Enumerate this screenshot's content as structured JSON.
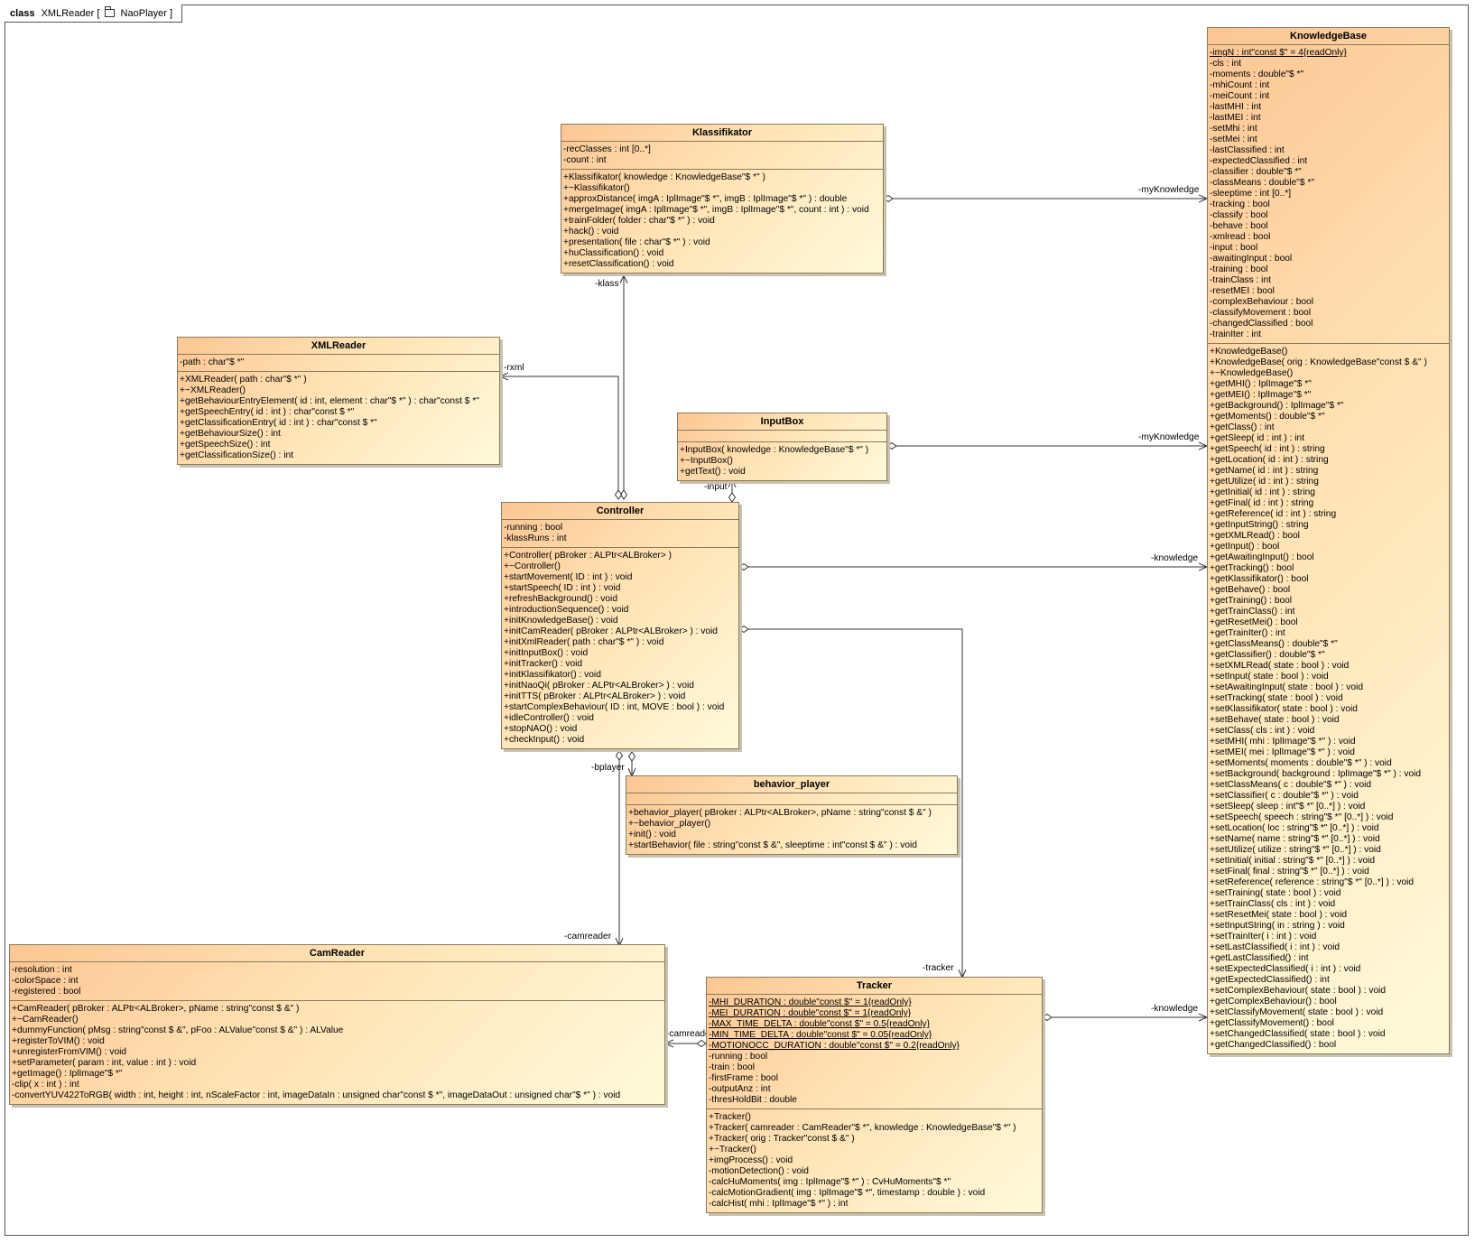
{
  "frame": {
    "keyword": "class",
    "name": "XMLReader",
    "package": "NaoPlayer"
  },
  "classes": {
    "klassifikator": {
      "name": "Klassifikator",
      "attributes": [
        "-recClasses : int [0..*]",
        "-count : int"
      ],
      "operations": [
        "+Klassifikator( knowledge : KnowledgeBase\"$ *\" )",
        "+~Klassifikator()",
        "+approxDistance( imgA : IplImage\"$ *\", imgB : IplImage\"$ *\" ) : double",
        "+mergeImage( imgA : IplImage\"$ *\", imgB : IplImage\"$ *\", count : int ) : void",
        "+trainFolder( folder : char\"$ *\" ) : void",
        "+hack() : void",
        "+presentation( file : char\"$ *\" ) : void",
        "+huClassification() : void",
        "+resetClassification() : void"
      ]
    },
    "xmlreader": {
      "name": "XMLReader",
      "attributes": [
        "-path : char\"$ *\""
      ],
      "operations": [
        "+XMLReader( path : char\"$ *\" )",
        "+~XMLReader()",
        "+getBehaviourEntryElement( id : int, element : char\"$ *\" ) : char\"const $ *\"",
        "+getSpeechEntry( id : int ) : char\"const $ *\"",
        "+getClassificationEntry( id : int ) : char\"const $ *\"",
        "+getBehaviourSize() : int",
        "+getSpeechSize() : int",
        "+getClassificationSize() : int"
      ]
    },
    "inputbox": {
      "name": "InputBox",
      "attributes": [],
      "operations": [
        "+InputBox( knowledge : KnowledgeBase\"$ *\" )",
        "+~InputBox()",
        "+getText() : void"
      ]
    },
    "controller": {
      "name": "Controller",
      "attributes": [
        "-running : bool",
        "-klassRuns : int"
      ],
      "operations": [
        "+Controller( pBroker : ALPtr<ALBroker> )",
        "+~Controller()",
        "+startMovement( ID : int ) : void",
        "+startSpeech( ID : int ) : void",
        "+refreshBackground() : void",
        "+introductionSequence() : void",
        "+initKnowledgeBase() : void",
        "+initCamReader( pBroker : ALPtr<ALBroker> ) : void",
        "+initXmlReader( path : char\"$ *\" ) : void",
        "+initInputBox() : void",
        "+initTracker() : void",
        "+initKlassifikator() : void",
        "+initNaoQi( pBroker : ALPtr<ALBroker> ) : void",
        "+initTTS( pBroker : ALPtr<ALBroker> ) : void",
        "+startComplexBehaviour( ID : int, MOVE : bool ) : void",
        "+idleController() : void",
        "+stopNAO() : void",
        "+checkInput() : void"
      ]
    },
    "behavior_player": {
      "name": "behavior_player",
      "attributes": [],
      "operations": [
        "+behavior_player( pBroker : ALPtr<ALBroker>, pName : string\"const $ &\" )",
        "+~behavior_player()",
        "+init() : void",
        "+startBehavior( file : string\"const $ &\", sleeptime : int\"const $ &\" ) : void"
      ]
    },
    "camreader": {
      "name": "CamReader",
      "attributes": [
        "-resolution : int",
        "-colorSpace : int",
        "-registered : bool"
      ],
      "operations": [
        "+CamReader( pBroker : ALPtr<ALBroker>, pName : string\"const $ &\" )",
        "+~CamReader()",
        "+dummyFunction( pMsg : string\"const $ &\", pFoo : ALValue\"const $ &\" ) : ALValue",
        "+registerToVIM() : void",
        "+unregisterFromVIM() : void",
        "+setParameter( param : int, value : int ) : void",
        "+getImage() : IplImage\"$ *\"",
        "-clip( x : int ) : int",
        "-convertYUV422ToRGB( width : int, height : int, nScaleFactor : int, imageDataIn : unsigned char\"const $ *\", imageDataOut : unsigned char\"$ *\" ) : void"
      ]
    },
    "tracker": {
      "name": "Tracker",
      "static_attributes": [
        "-MHI_DURATION : double\"const $\" = 1{readOnly}",
        "-MEI_DURATION : double\"const $\" = 1{readOnly}",
        "-MAX_TIME_DELTA : double\"const $\" = 0.5{readOnly}",
        "-MIN_TIME_DELTA : double\"const $\" = 0.05{readOnly}",
        "-MOTIONOCC_DURATION : double\"const $\" = 0.2{readOnly}"
      ],
      "attributes": [
        "-running : bool",
        "-train : bool",
        "-firstFrame : bool",
        "-outputAnz : int",
        "-thresHoldBit : double"
      ],
      "operations": [
        "+Tracker()",
        "+Tracker( camreader : CamReader\"$ *\", knowledge : KnowledgeBase\"$ *\" )",
        "+Tracker( orig : Tracker\"const $ &\" )",
        "+~Tracker()",
        "+imgProcess() : void",
        "-motionDetection() : void",
        "-calcHuMoments( img : IplImage\"$ *\" ) : CvHuMoments\"$ *\"",
        "-calcMotionGradient( img : IplImage\"$ *\", timestamp : double ) : void",
        "-calcHist( mhi : IplImage\"$ *\" ) : int"
      ]
    },
    "knowledgebase": {
      "name": "KnowledgeBase",
      "static_attributes": [
        "-imgN : int\"const $\" = 4{readOnly}"
      ],
      "attributes": [
        "-cls : int",
        "-moments : double\"$ *\"",
        "-mhiCount : int",
        "-meiCount : int",
        "-lastMHI : int",
        "-lastMEI : int",
        "-setMhi : int",
        "-setMei : int",
        "-lastClassified : int",
        "-expectedClassified : int",
        "-classifier : double\"$ *\"",
        "-classMeans : double\"$ *\"",
        "-sleeptime : int [0..*]",
        "-tracking : bool",
        "-classify : bool",
        "-behave : bool",
        "-xmlread : bool",
        "-input : bool",
        "-awaitingInput : bool",
        "-training : bool",
        "-trainClass : int",
        "-resetMEI : bool",
        "-complexBehaviour : bool",
        "-classifyMovement : bool",
        "-changedClassified : bool",
        "-trainIter : int"
      ],
      "operations": [
        "+KnowledgeBase()",
        "+KnowledgeBase( orig : KnowledgeBase\"const $ &\" )",
        "+~KnowledgeBase()",
        "+getMHI() : IplImage\"$ *\"",
        "+getMEI() : IplImage\"$ *\"",
        "+getBackground() : IplImage\"$ *\"",
        "+getMoments() : double\"$ *\"",
        "+getClass() : int",
        "+getSleep( id : int ) : int",
        "+getSpeech( id : int ) : string",
        "+getLocation( id : int ) : string",
        "+getName( id : int ) : string",
        "+getUtilize( id : int ) : string",
        "+getInitial( id : int ) : string",
        "+getFinal( id : int ) : string",
        "+getReference( id : int ) : string",
        "+getInputString() : string",
        "+getXMLRead() : bool",
        "+getInput() : bool",
        "+getAwaitingInput() : bool",
        "+getTracking() : bool",
        "+getKlassifikator() : bool",
        "+getBehave() : bool",
        "+getTraining() : bool",
        "+getTrainClass() : int",
        "+getResetMei() : bool",
        "+getTrainIter() : int",
        "+getClassMeans() : double\"$ *\"",
        "+getClassifier() : double\"$ *\"",
        "+setXMLRead( state : bool ) : void",
        "+setInput( state : bool ) : void",
        "+setAwaitingInput( state : bool ) : void",
        "+setTracking( state : bool ) : void",
        "+setKlassifikator( state : bool ) : void",
        "+setBehave( state : bool ) : void",
        "+setClass( cls : int ) : void",
        "+setMHI( mhi : IplImage\"$ *\" ) : void",
        "+setMEI( mei : IplImage\"$ *\" ) : void",
        "+setMoments( moments : double\"$ *\" ) : void",
        "+setBackground( background : IplImage\"$ *\" ) : void",
        "+setClassMeans( c : double\"$ *\" ) : void",
        "+setClassifier( c : double\"$ *\" ) : void",
        "+setSleep( sleep : int\"$ *\" [0..*] ) : void",
        "+setSpeech( speech : string\"$ *\" [0..*] ) : void",
        "+setLocation( loc : string\"$ *\" [0..*] ) : void",
        "+setName( name : string\"$ *\" [0..*] ) : void",
        "+setUtilize( utilize : string\"$ *\" [0..*] ) : void",
        "+setInitial( initial : string\"$ *\" [0..*] ) : void",
        "+setFinal( final : string\"$ *\" [0..*] ) : void",
        "+setReference( reference : string\"$ *\" [0..*] ) : void",
        "+setTraining( state : bool ) : void",
        "+setTrainClass( cls : int ) : void",
        "+setResetMei( state : bool ) : void",
        "+setInputString( in : string ) : void",
        "+setTrainIter( i : int ) : void",
        "+setLastClassified( i : int ) : void",
        "+getLastClassified() : int",
        "+setExpectedClassified( i : int ) : void",
        "+getExpectedClassified() : int",
        "+setComplexBehaviour( state : bool ) : void",
        "+getComplexBehaviour() : bool",
        "+setClassifyMovement( state : bool ) : void",
        "+getClassifyMovement() : bool",
        "+setChangedClassified( state : bool ) : void",
        "+getChangedClassified() : bool"
      ]
    }
  },
  "role_labels": {
    "klass": "-klass",
    "rxml": "-rxml",
    "input": "-input",
    "bplayer": "-bplayer",
    "camreader_down": "-camreader",
    "tracker_down": "-tracker",
    "camreader_left": "-camreader",
    "knowledge_klassifikator": "-myKnowledge",
    "knowledge_inputbox": "-myKnowledge",
    "knowledge_controller": "-knowledge",
    "knowledge_tracker": "-knowledge"
  }
}
